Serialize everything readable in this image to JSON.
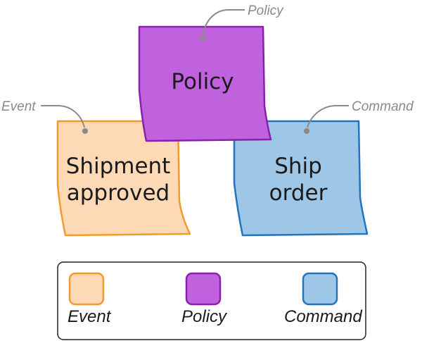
{
  "notes": {
    "event": {
      "callout": "Event",
      "line1": "Shipment",
      "line2": "approved"
    },
    "policy": {
      "callout": "Policy",
      "line1": "Policy"
    },
    "command": {
      "callout": "Command",
      "line1": "Ship",
      "line2": "order"
    }
  },
  "legend": {
    "event": "Event",
    "policy": "Policy",
    "command": "Command"
  },
  "colors": {
    "event_fill": "#fdd9b5",
    "event_stroke": "#f39a2e",
    "policy_fill": "#c062de",
    "policy_stroke": "#8a1fb0",
    "command_fill": "#9ec6e6",
    "command_stroke": "#2374bf",
    "callout": "#8a8a8a"
  }
}
